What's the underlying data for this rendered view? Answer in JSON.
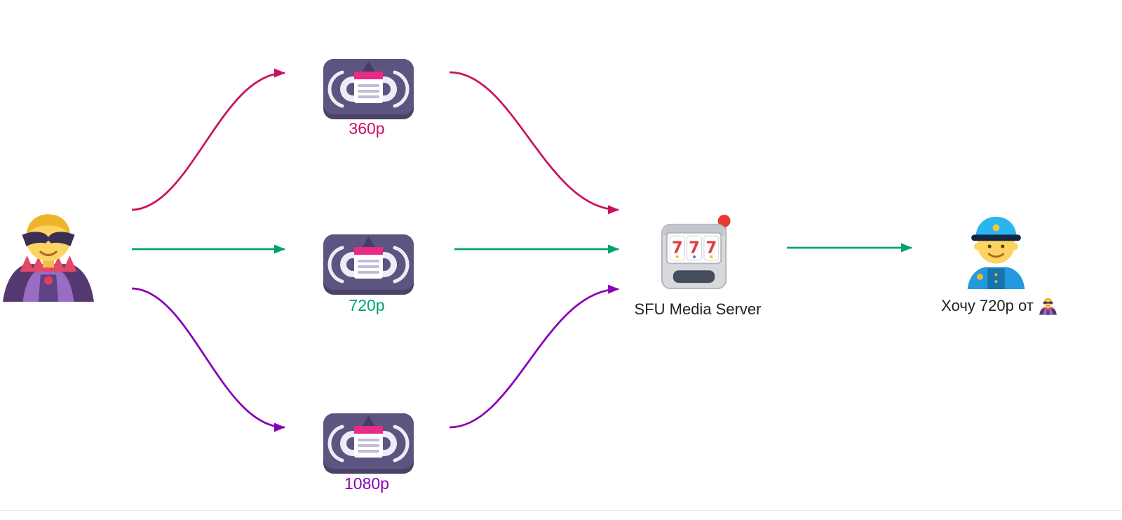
{
  "colors": {
    "rose": "#cb1060",
    "green": "#00a372",
    "purple": "#8a00b5",
    "text": "#212121"
  },
  "source": {
    "name": "supervillain publisher",
    "icon": "supervillain-icon"
  },
  "streams": [
    {
      "label": "360p",
      "color": "#cb1060",
      "icon": "videocassette-icon"
    },
    {
      "label": "720p",
      "color": "#00a372",
      "icon": "videocassette-icon"
    },
    {
      "label": "1080p",
      "color": "#8a00b5",
      "icon": "videocassette-icon"
    }
  ],
  "server": {
    "label": "SFU Media Server",
    "icon": "slot-machine-icon",
    "reels": [
      "7",
      "7",
      "7"
    ]
  },
  "viewer": {
    "label": "Хочу 720p от",
    "icon": "police-officer-icon",
    "request_from_icon": "supervillain-icon"
  },
  "edges": [
    {
      "from": "source",
      "to": "stream-360p",
      "color": "rose"
    },
    {
      "from": "source",
      "to": "stream-720p",
      "color": "green"
    },
    {
      "from": "source",
      "to": "stream-1080p",
      "color": "purple"
    },
    {
      "from": "stream-360p",
      "to": "server",
      "color": "rose"
    },
    {
      "from": "stream-720p",
      "to": "server",
      "color": "green"
    },
    {
      "from": "stream-1080p",
      "to": "server",
      "color": "purple"
    },
    {
      "from": "server",
      "to": "viewer",
      "color": "green"
    }
  ]
}
